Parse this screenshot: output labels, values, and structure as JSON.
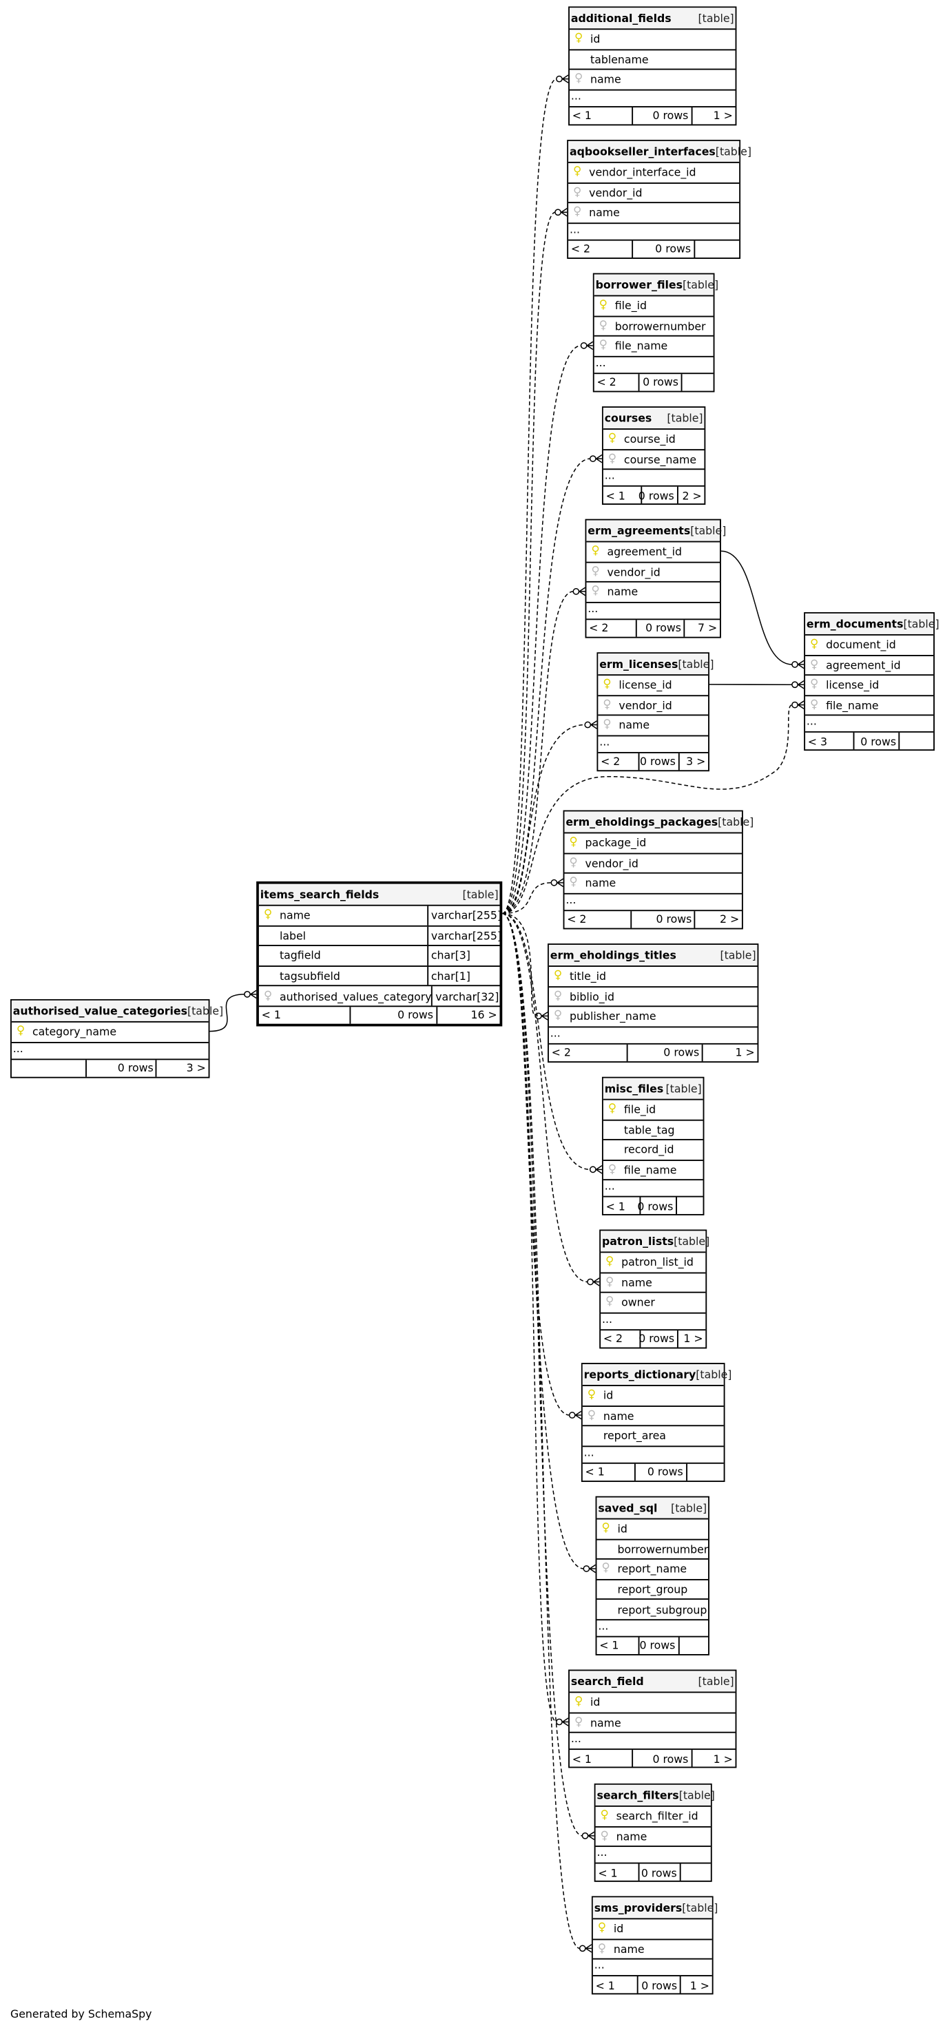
{
  "footer_text": "Generated by SchemaSpy",
  "colors": {
    "primary_key": "#e0d000",
    "foreign_key": "#b8b8b8",
    "header_bg": "#f4f4f4"
  },
  "tables": [
    {
      "id": "additional_fields",
      "name": "additional_fields",
      "type": "[table]",
      "columns": [
        {
          "name": "id",
          "key": "pk"
        },
        {
          "name": "tablename",
          "key": ""
        },
        {
          "name": "name",
          "key": "fk"
        }
      ],
      "ellipsis": "...",
      "footer": [
        "< 1",
        "0 rows",
        "1 >"
      ]
    },
    {
      "id": "aqbookseller_interfaces",
      "name": "aqbookseller_interfaces",
      "type": "[table]",
      "columns": [
        {
          "name": "vendor_interface_id",
          "key": "pk"
        },
        {
          "name": "vendor_id",
          "key": "fk"
        },
        {
          "name": "name",
          "key": "fk"
        }
      ],
      "ellipsis": "...",
      "footer": [
        "< 2",
        "0 rows",
        ""
      ]
    },
    {
      "id": "borrower_files",
      "name": "borrower_files",
      "type": "[table]",
      "columns": [
        {
          "name": "file_id",
          "key": "pk"
        },
        {
          "name": "borrowernumber",
          "key": "fk"
        },
        {
          "name": "file_name",
          "key": "fk"
        }
      ],
      "ellipsis": "...",
      "footer": [
        "< 2",
        "0 rows",
        ""
      ]
    },
    {
      "id": "courses",
      "name": "courses",
      "type": "[table]",
      "columns": [
        {
          "name": "course_id",
          "key": "pk"
        },
        {
          "name": "course_name",
          "key": "fk"
        }
      ],
      "ellipsis": "...",
      "footer": [
        "< 1",
        "0 rows",
        "2 >"
      ]
    },
    {
      "id": "erm_agreements",
      "name": "erm_agreements",
      "type": "[table]",
      "columns": [
        {
          "name": "agreement_id",
          "key": "pk"
        },
        {
          "name": "vendor_id",
          "key": "fk"
        },
        {
          "name": "name",
          "key": "fk"
        }
      ],
      "ellipsis": "...",
      "footer": [
        "< 2",
        "0 rows",
        "7 >"
      ]
    },
    {
      "id": "erm_documents",
      "name": "erm_documents",
      "type": "[table]",
      "columns": [
        {
          "name": "document_id",
          "key": "pk"
        },
        {
          "name": "agreement_id",
          "key": "fk"
        },
        {
          "name": "license_id",
          "key": "fk"
        },
        {
          "name": "file_name",
          "key": "fk"
        }
      ],
      "ellipsis": "...",
      "footer": [
        "< 3",
        "0 rows",
        ""
      ]
    },
    {
      "id": "erm_licenses",
      "name": "erm_licenses",
      "type": "[table]",
      "columns": [
        {
          "name": "license_id",
          "key": "pk"
        },
        {
          "name": "vendor_id",
          "key": "fk"
        },
        {
          "name": "name",
          "key": "fk"
        }
      ],
      "ellipsis": "...",
      "footer": [
        "< 2",
        "0 rows",
        "3 >"
      ]
    },
    {
      "id": "erm_eholdings_packages",
      "name": "erm_eholdings_packages",
      "type": "[table]",
      "columns": [
        {
          "name": "package_id",
          "key": "pk"
        },
        {
          "name": "vendor_id",
          "key": "fk"
        },
        {
          "name": "name",
          "key": "fk"
        }
      ],
      "ellipsis": "...",
      "footer": [
        "< 2",
        "0 rows",
        "2 >"
      ]
    },
    {
      "id": "erm_eholdings_titles",
      "name": "erm_eholdings_titles",
      "type": "[table]",
      "columns": [
        {
          "name": "title_id",
          "key": "pk"
        },
        {
          "name": "biblio_id",
          "key": "fk"
        },
        {
          "name": "publisher_name",
          "key": "fk"
        }
      ],
      "ellipsis": "...",
      "footer": [
        "< 2",
        "0 rows",
        "1 >"
      ]
    },
    {
      "id": "items_search_fields",
      "name": "items_search_fields",
      "type": "[table]",
      "focus": true,
      "columns": [
        {
          "name": "name",
          "key": "pk",
          "datatype": "varchar[255]"
        },
        {
          "name": "label",
          "key": "",
          "datatype": "varchar[255]"
        },
        {
          "name": "tagfield",
          "key": "",
          "datatype": "char[3]"
        },
        {
          "name": "tagsubfield",
          "key": "",
          "datatype": "char[1]"
        },
        {
          "name": "authorised_values_category",
          "key": "fk",
          "datatype": "varchar[32]"
        }
      ],
      "footer": [
        "< 1",
        "0 rows",
        "16 >"
      ]
    },
    {
      "id": "authorised_value_categories",
      "name": "authorised_value_categories",
      "type": "[table]",
      "columns": [
        {
          "name": "category_name",
          "key": "pk"
        }
      ],
      "ellipsis": "...",
      "footer": [
        "",
        "0 rows",
        "3 >"
      ]
    },
    {
      "id": "misc_files",
      "name": "misc_files",
      "type": "[table]",
      "columns": [
        {
          "name": "file_id",
          "key": "pk"
        },
        {
          "name": "table_tag",
          "key": ""
        },
        {
          "name": "record_id",
          "key": ""
        },
        {
          "name": "file_name",
          "key": "fk"
        }
      ],
      "ellipsis": "...",
      "footer": [
        "< 1",
        "0 rows",
        ""
      ]
    },
    {
      "id": "patron_lists",
      "name": "patron_lists",
      "type": "[table]",
      "columns": [
        {
          "name": "patron_list_id",
          "key": "pk"
        },
        {
          "name": "name",
          "key": "fk"
        },
        {
          "name": "owner",
          "key": "fk"
        }
      ],
      "ellipsis": "...",
      "footer": [
        "< 2",
        "0 rows",
        "1 >"
      ]
    },
    {
      "id": "reports_dictionary",
      "name": "reports_dictionary",
      "type": "[table]",
      "columns": [
        {
          "name": "id",
          "key": "pk"
        },
        {
          "name": "name",
          "key": "fk"
        },
        {
          "name": "report_area",
          "key": ""
        }
      ],
      "ellipsis": "...",
      "footer": [
        "< 1",
        "0 rows",
        ""
      ]
    },
    {
      "id": "saved_sql",
      "name": "saved_sql",
      "type": "[table]",
      "columns": [
        {
          "name": "id",
          "key": "pk"
        },
        {
          "name": "borrowernumber",
          "key": ""
        },
        {
          "name": "report_name",
          "key": "fk"
        },
        {
          "name": "report_group",
          "key": ""
        },
        {
          "name": "report_subgroup",
          "key": ""
        }
      ],
      "ellipsis": "...",
      "footer": [
        "< 1",
        "0 rows",
        ""
      ]
    },
    {
      "id": "search_field",
      "name": "search_field",
      "type": "[table]",
      "columns": [
        {
          "name": "id",
          "key": "pk"
        },
        {
          "name": "name",
          "key": "fk"
        }
      ],
      "ellipsis": "...",
      "footer": [
        "< 1",
        "0 rows",
        "1 >"
      ]
    },
    {
      "id": "search_filters",
      "name": "search_filters",
      "type": "[table]",
      "columns": [
        {
          "name": "search_filter_id",
          "key": "pk"
        },
        {
          "name": "name",
          "key": "fk"
        }
      ],
      "ellipsis": "...",
      "footer": [
        "< 1",
        "0 rows",
        ""
      ]
    },
    {
      "id": "sms_providers",
      "name": "sms_providers",
      "type": "[table]",
      "columns": [
        {
          "name": "id",
          "key": "pk"
        },
        {
          "name": "name",
          "key": "fk"
        }
      ],
      "ellipsis": "...",
      "footer": [
        "< 1",
        "0 rows",
        "1 >"
      ]
    }
  ]
}
